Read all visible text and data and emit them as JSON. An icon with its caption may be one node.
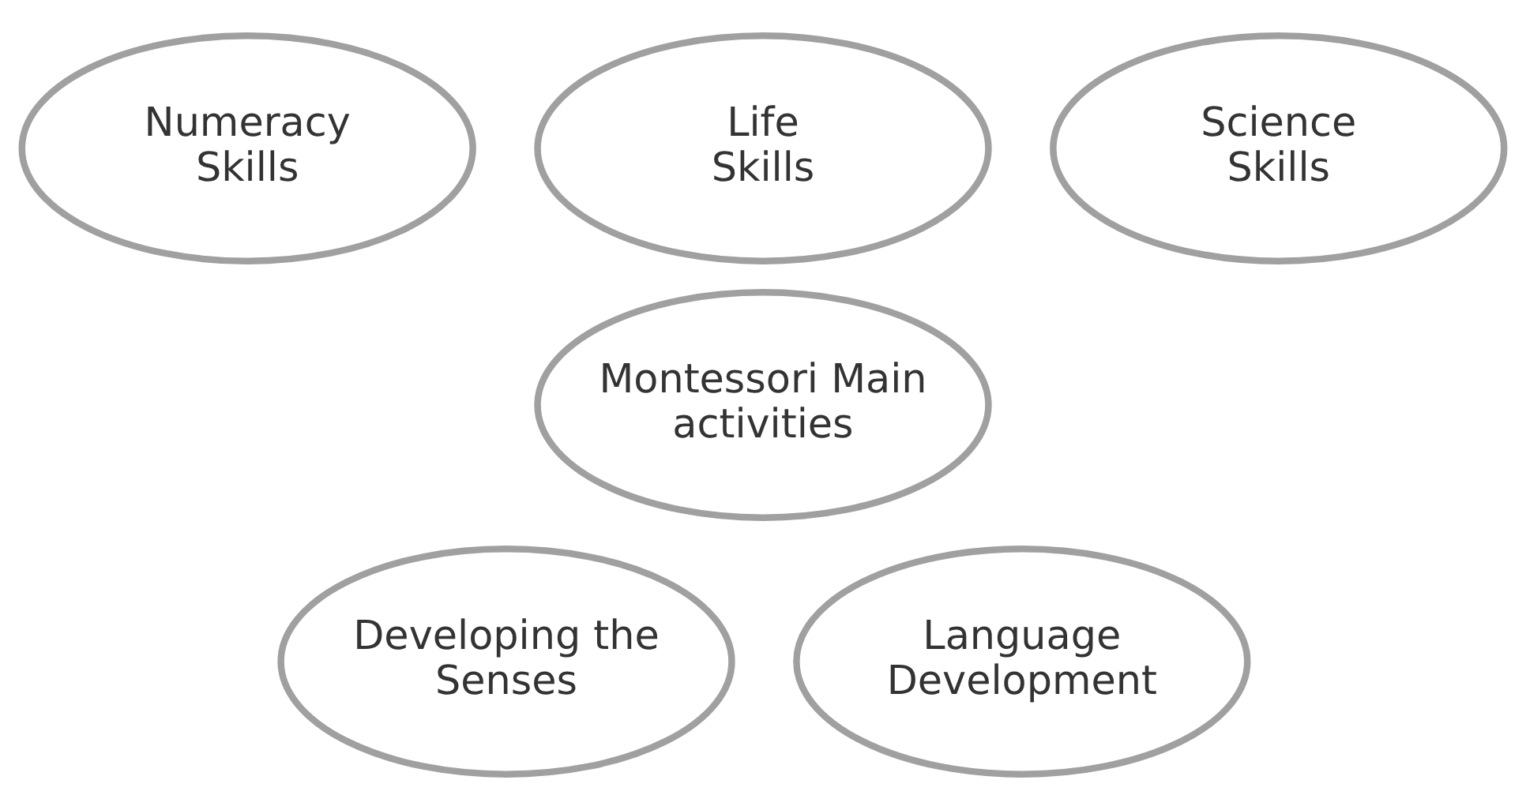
{
  "diagram": {
    "nodes": [
      {
        "text": [
          "Numeracy Skills"
        ]
      },
      {
        "text": [
          "Life Skills"
        ]
      },
      {
        "text": [
          "Science Skills"
        ]
      },
      {
        "text": [
          "Montessori Main activities"
        ]
      },
      {
        "text": [
          "Developing the Senses"
        ]
      },
      {
        "text": [
          "Language Development"
        ]
      }
    ],
    "edges": []
  }
}
